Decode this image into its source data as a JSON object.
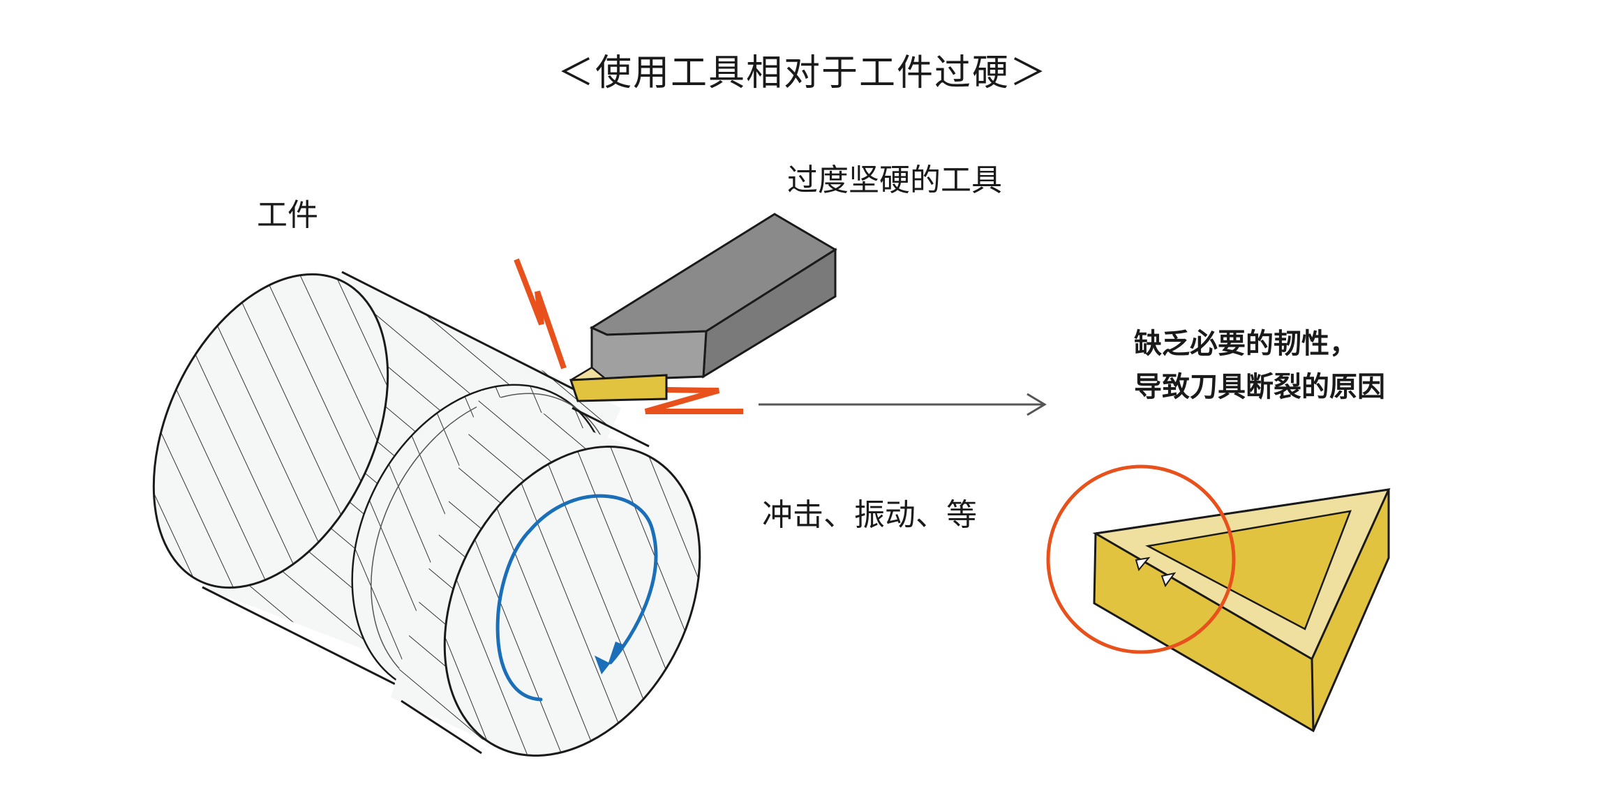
{
  "title": "＜使用工具相对于工件过硬＞",
  "labels": {
    "workpiece": "工件",
    "tool": "过度坚硬的工具",
    "cause_line1": "缺乏必要的韧性，",
    "cause_line2": "导致刀具断裂的原因",
    "impact": "冲击、振动、等"
  },
  "colors": {
    "accent_orange": "#e8501c",
    "rotation_blue": "#1a6fb8",
    "insert_yellow": "#e2c340",
    "insert_top": "#f0e0a0",
    "tool_gray": "#909090",
    "outline": "#1a1a1a"
  },
  "icons": {
    "rotation": "rotation-arrow-icon",
    "spark": "lightning-icon",
    "arrow": "arrow-right-icon",
    "crack": "crack-icon"
  }
}
